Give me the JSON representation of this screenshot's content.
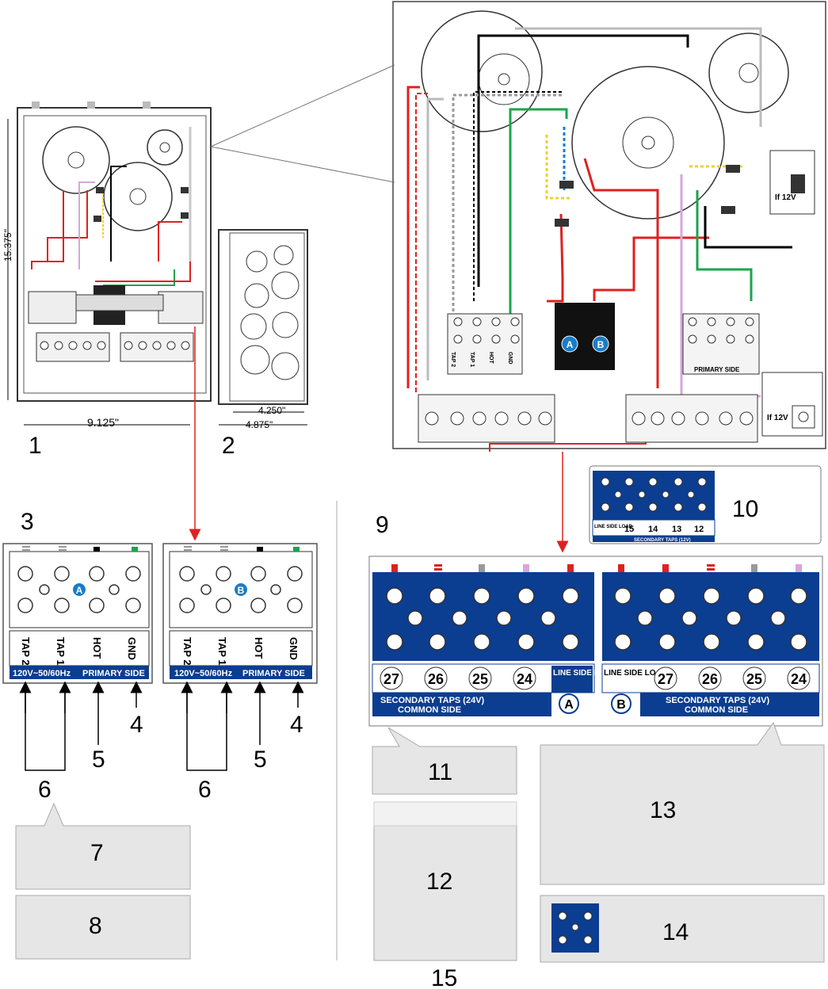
{
  "callouts": {
    "n1": "1",
    "n2": "2",
    "n3": "3",
    "n4a": "4",
    "n4b": "4",
    "n5a": "5",
    "n5b": "5",
    "n6a": "6",
    "n6b": "6",
    "n7": "7",
    "n8": "8",
    "n9": "9",
    "n10": "10",
    "n11": "11",
    "n12": "12",
    "n13": "13",
    "n14": "14",
    "n15": "15"
  },
  "dimensions": {
    "height": "15.375\"",
    "width": "9.125\"",
    "depth_inner": "4.250\"",
    "depth_outer": "4.875\""
  },
  "primary_block": {
    "terminals": [
      "TAP 2",
      "TAP 1",
      "HOT",
      "GND"
    ],
    "rating": "120V~50/60Hz",
    "side": "PRIMARY SIDE",
    "letter_a": "A",
    "letter_b": "B"
  },
  "secondary_block": {
    "taps": [
      "27",
      "26",
      "25",
      "24"
    ],
    "line_load": "LINE SIDE LOAD",
    "title_line1": "SECONDARY TAPS (24V)",
    "title_line2": "COMMON SIDE",
    "letter_a": "A",
    "letter_b": "B"
  },
  "secondary_12v": {
    "line_load": "LINE SIDE LOAD",
    "taps": [
      "15",
      "14",
      "13",
      "12"
    ],
    "title": "SECONDARY TAPS (12V)"
  },
  "detail": {
    "if12v": "If 12V",
    "breaker_a": "A",
    "breaker_b": "B",
    "primary_side": "PRIMARY SIDE",
    "small_terms": [
      "TAP 2",
      "TAP 1",
      "HOT",
      "GND"
    ]
  },
  "colors": {
    "blue": "#0b3d91",
    "red": "#e02020",
    "green": "#1aa54b",
    "gray": "#c8c8c8"
  }
}
